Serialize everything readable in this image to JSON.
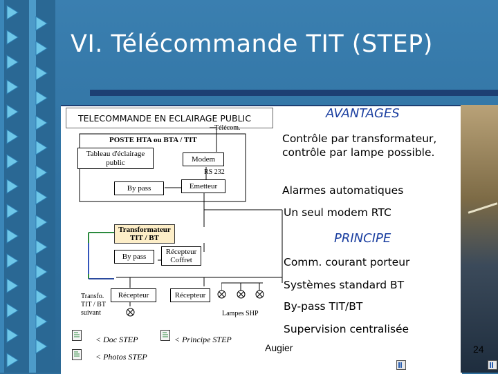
{
  "slide": {
    "title": "VI. Télécommande TIT (STEP)",
    "author": "Augier",
    "page_number": "24"
  },
  "diagram": {
    "header": "TELECOMMANDE EN ECLAIRAGE PUBLIC",
    "telecom": "Télécom.",
    "poste": "POSTE     HTA ou BTA / TIT",
    "tableau": "Tableau d'éclairage public",
    "modem": "Modem",
    "rs232": "RS 232",
    "emetteur": "Emetteur",
    "bypass_top": "By pass",
    "transformateur": "Transformateur TIT / BT",
    "bypass_mid": "By pass",
    "recepteur_coffret": "Récepteur Coffret",
    "transfo_suivant": "Transfo. TIT / BT suivant",
    "recepteur_left": "Récepteur",
    "recepteur_right": "Récepteur",
    "lampes": "Lampes SHP"
  },
  "avantages": {
    "heading": "AVANTAGES",
    "item1": "Contrôle par transformateur, contrôle par lampe possible.",
    "item2": "Alarmes automatiques",
    "item3": "Un seul modem RTC"
  },
  "principe": {
    "heading": "PRINCIPE",
    "item1": "Comm. courant porteur",
    "item2": "Systèmes standard BT",
    "item3": "By-pass TIT/BT",
    "item4": "Supervision centralisée"
  },
  "links": {
    "doc_step": "< Doc  STEP",
    "principe_step": "< Principe STEP",
    "photos_step": "< Photos STEP"
  }
}
